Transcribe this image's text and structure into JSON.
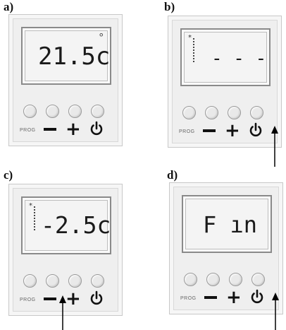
{
  "panels": [
    {
      "label": "a)",
      "display": "21.5c",
      "degree": "°",
      "bar": false
    },
    {
      "label": "b)",
      "display": "- - -",
      "degree": "",
      "bar": true
    },
    {
      "label": "c)",
      "display": "-2.5c",
      "degree": "",
      "bar": true
    },
    {
      "label": "d)",
      "display": "F ın",
      "degree": "",
      "bar": false
    }
  ],
  "buttons": {
    "prog_label": "PROG",
    "plus_label": "+",
    "bar_marker": "*"
  },
  "icons": [
    "power-icon",
    "minus-icon",
    "plus-icon",
    "arrow-up-icon"
  ],
  "colors": {
    "lcd_text": "#1a1a1a",
    "device_bg": "#efefef",
    "ink": "#111111"
  }
}
